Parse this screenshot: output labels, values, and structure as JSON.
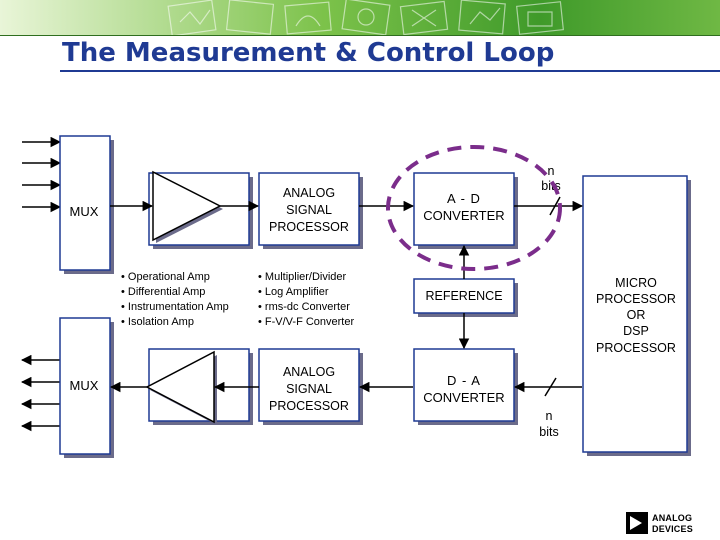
{
  "title": "The Measurement & Control Loop",
  "blocks": {
    "mux_top": "MUX",
    "mux_bottom": "MUX",
    "asp_top": [
      "ANALOG",
      "SIGNAL",
      "PROCESSOR"
    ],
    "asp_bottom": [
      "ANALOG",
      "SIGNAL",
      "PROCESSOR"
    ],
    "adc": [
      "A - D",
      "CONVERTER"
    ],
    "reference": "REFERENCE",
    "dac": [
      "D - A",
      "CONVERTER"
    ],
    "micro": [
      "MICRO",
      "PROCESSOR",
      "OR",
      "DSP",
      "PROCESSOR"
    ]
  },
  "bits_top": [
    "n",
    "bits"
  ],
  "bits_bottom": [
    "n",
    "bits"
  ],
  "amp_list": [
    "• Operational Amp",
    "• Differential Amp",
    "• Instrumentation Amp",
    "• Isolation Amp"
  ],
  "func_list": [
    "• Multiplier/Divider",
    "• Log Amplifier",
    "• rms-dc Converter",
    "• F-V/V-F Converter"
  ],
  "logo": [
    "ANALOG",
    "DEVICES"
  ],
  "colors": {
    "title": "#1f3a93",
    "block_border": "#1f3a93",
    "line": "#000000",
    "highlight": "#7b2d8b",
    "shadow": "#6b6b8a"
  }
}
